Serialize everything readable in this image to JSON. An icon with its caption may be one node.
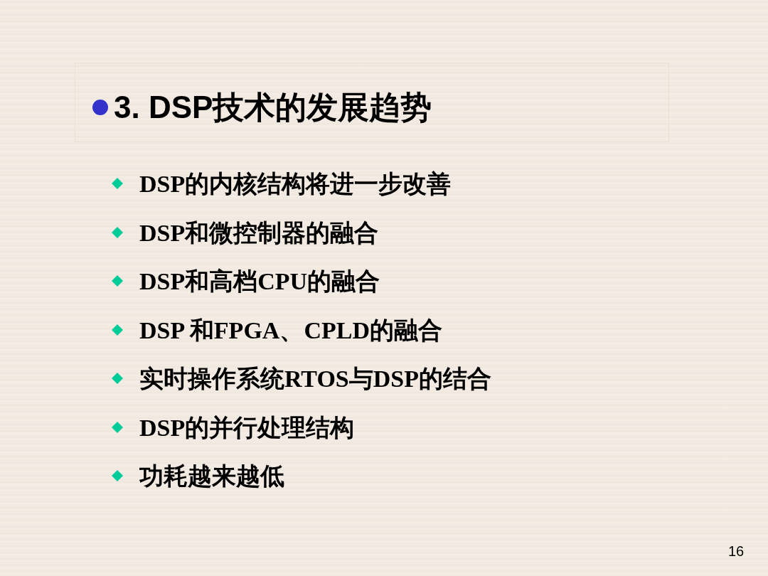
{
  "diagram": {
    "title": "3. DSP技术的发展趋势",
    "labels": [
      "DSP的内核结构将进一步改善",
      "DSP和微控制器的融合",
      "DSP和高档CPU的融合",
      "DSP 和FPGA、CPLD的融合",
      "实时操作系统RTOS与DSP的结合",
      "DSP的并行处理结构",
      "功耗越来越低",
      "16"
    ]
  }
}
